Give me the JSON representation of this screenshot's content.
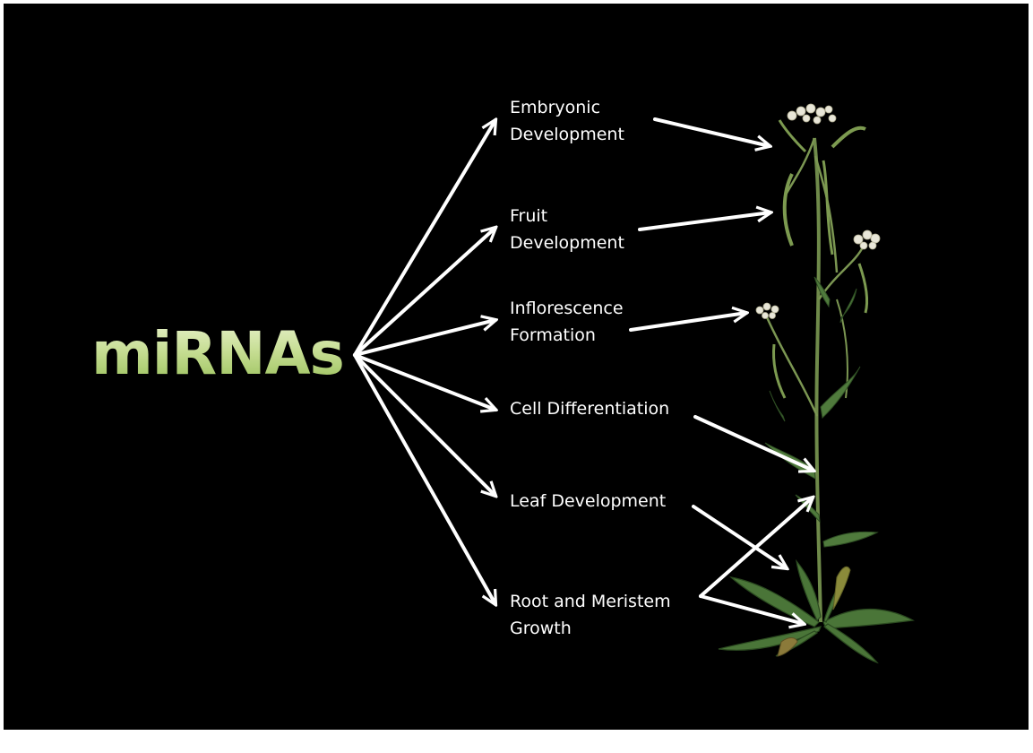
{
  "diagram": {
    "title": "miRNAs",
    "colors": {
      "background": "#000000",
      "title_green": "#c4dc90",
      "arrow": "#ffffff",
      "leaf": "#4f7a3c",
      "flower": "#e8e6d8"
    },
    "processes": [
      {
        "line1": "Embryonic",
        "line2": "Development"
      },
      {
        "line1": "Fruit",
        "line2": "Development"
      },
      {
        "line1": "Inflorescence",
        "line2": "Formation"
      },
      {
        "line1": "Cell Differentiation",
        "line2": ""
      },
      {
        "line1": "Leaf Development",
        "line2": ""
      },
      {
        "line1": "Root and Meristem",
        "line2": "Growth"
      }
    ],
    "illustration": "arabidopsis-plant"
  }
}
